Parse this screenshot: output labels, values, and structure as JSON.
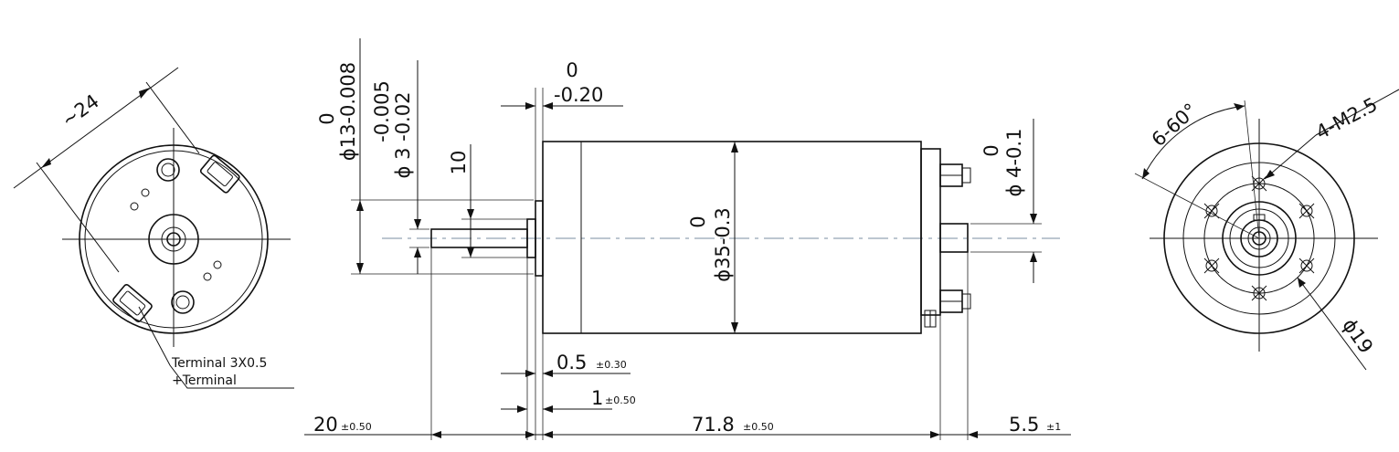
{
  "dimensions": {
    "width_across_terminals": "~24",
    "shaft_stepped_dia": "ϕ13-0.008",
    "shaft_stepped_dia_upper": "0",
    "shaft_dia_tol": "-0.005",
    "shaft_dia": "ϕ 3 -0.02",
    "shaft_land": "10",
    "flange_thickness_upper": "0",
    "flange_thickness_lower": "-0.20",
    "body_dia_upper": "0",
    "body_dia": "ϕ35-0.3",
    "rear_shaft_dia_upper": "0",
    "rear_shaft_dia": "ϕ 4-0.1",
    "gap_value": "0.5",
    "gap_tol": "±0.30",
    "step_value": "1",
    "step_tol": "±0.50",
    "shaft_length": "20",
    "shaft_length_tol": "±0.50",
    "body_length": "71.8",
    "body_length_tol": "±0.50",
    "rear_length": "5.5",
    "rear_length_tol": "±1",
    "mount_pattern": "6-60°",
    "mount_threads": "4-M2.5",
    "bolt_circle_dia": "ϕ19"
  },
  "notes": {
    "terminal_size": "Terminal 3X0.5",
    "terminal_polarity": "+Terminal"
  },
  "colors": {
    "line": "#111111",
    "centerline": "#7a8ea0"
  }
}
